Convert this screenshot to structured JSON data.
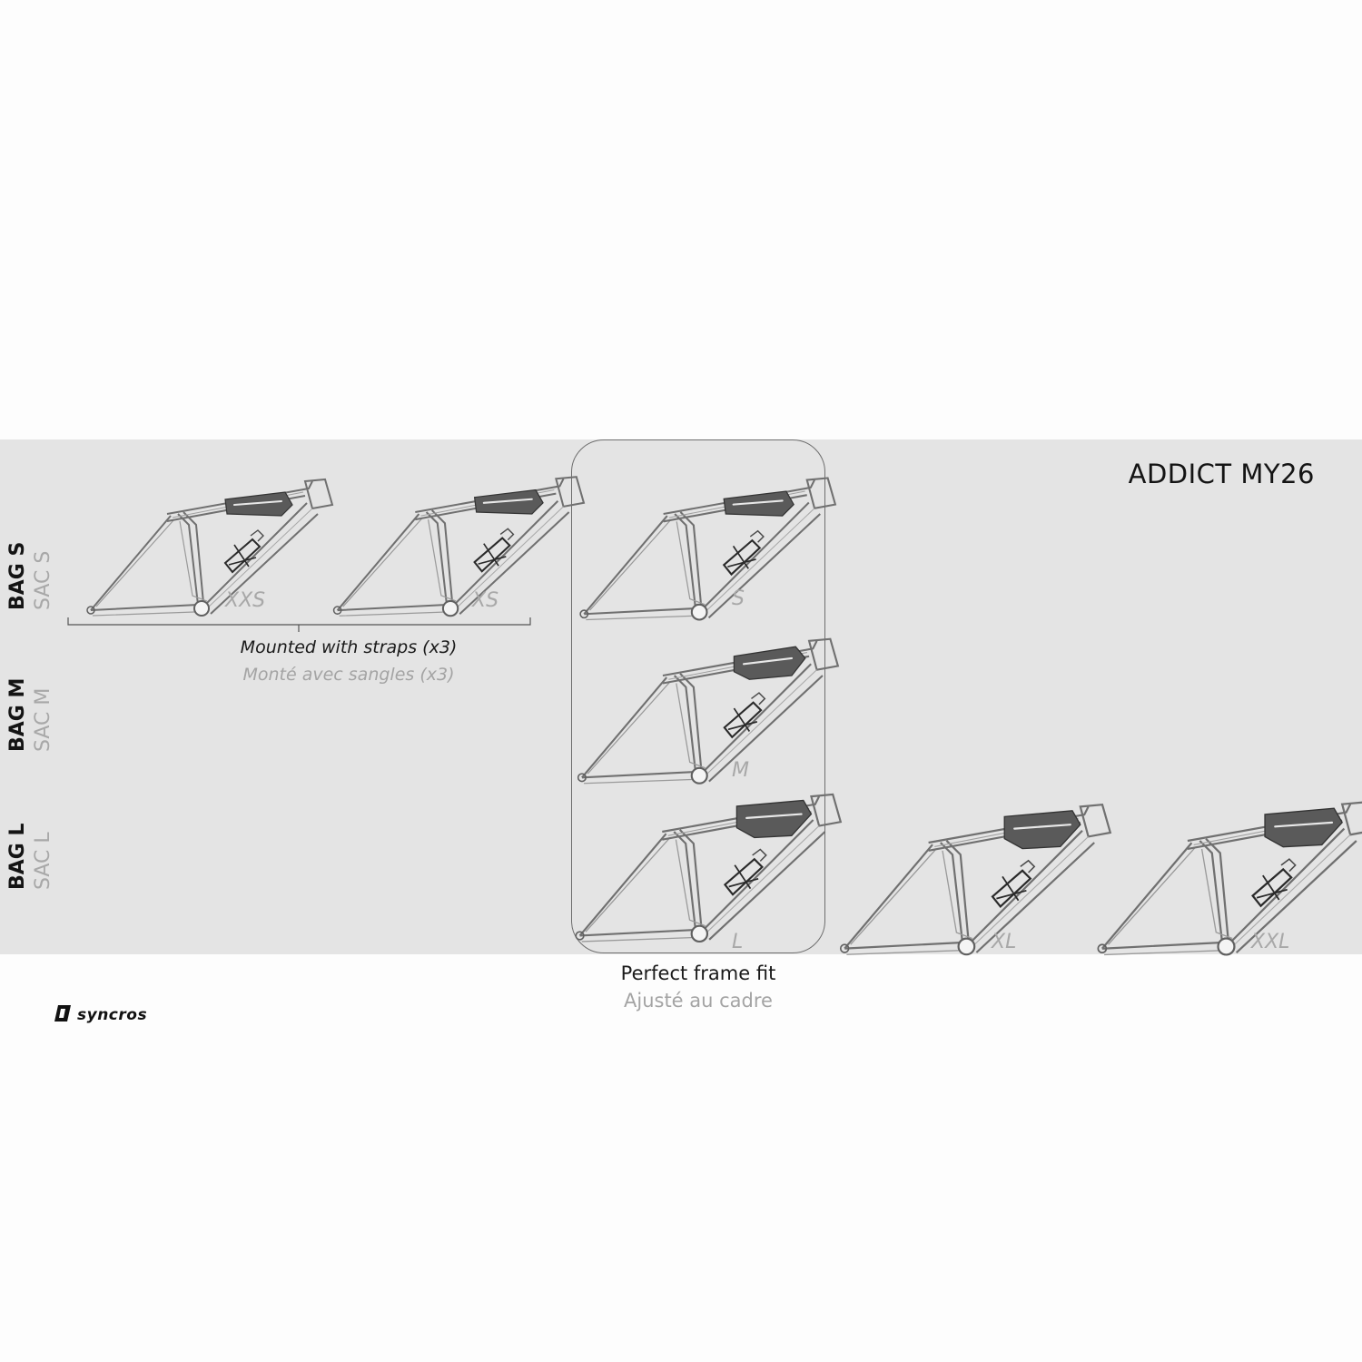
{
  "title": "ADDICT MY26",
  "rows": [
    {
      "en": "BAG S",
      "fr": "SAC S"
    },
    {
      "en": "BAG M",
      "fr": "SAC M"
    },
    {
      "en": "BAG L",
      "fr": "SAC L"
    }
  ],
  "frames": [
    {
      "size": "XXS",
      "bag": "S"
    },
    {
      "size": "XS",
      "bag": "S"
    },
    {
      "size": "S",
      "bag": "S"
    },
    {
      "size": "M",
      "bag": "M"
    },
    {
      "size": "L",
      "bag": "L"
    },
    {
      "size": "XL",
      "bag": "L"
    },
    {
      "size": "XXL",
      "bag": "L"
    }
  ],
  "captions": {
    "straps_en": "Mounted with straps (x3)",
    "straps_fr": "Monté avec sangles (x3)",
    "fit_en": "Perfect frame fit",
    "fit_fr": "Ajusté au cadre"
  },
  "logo": {
    "text": "syncros",
    "icon": "syncros-logo-icon"
  },
  "colors": {
    "panel": "#e4e4e4",
    "frame_line": "#707070",
    "bag_fill": "#5a5a5a",
    "label_black": "#141414",
    "label_grey": "#a8a8a8",
    "size_label": "#a8a8a8"
  }
}
